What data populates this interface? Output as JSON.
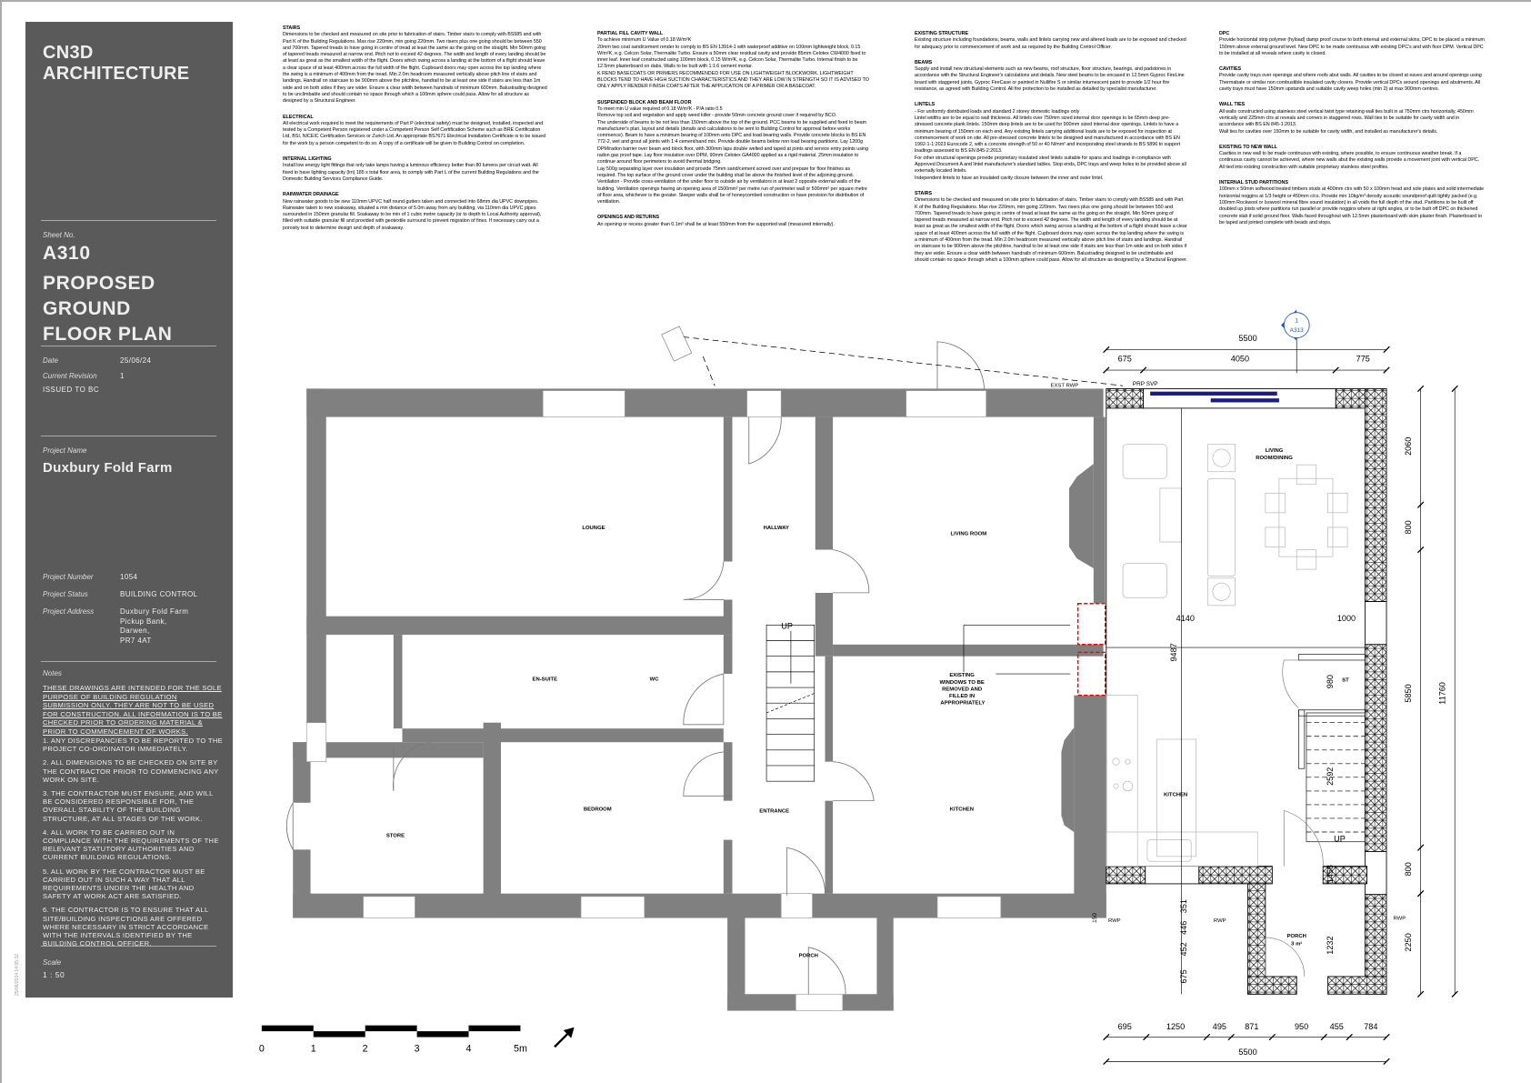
{
  "title_block": {
    "firm_line1": "CN3D",
    "firm_line2": "ARCHITECTURE",
    "sheet_no_label": "Sheet No.",
    "sheet_no": "A310",
    "sheet_title_1": "PROPOSED",
    "sheet_title_2": "GROUND",
    "sheet_title_3": "FLOOR PLAN",
    "date_label": "Date",
    "date": "25/06/24",
    "revision_label": "Current Revision",
    "revision": "1",
    "issue_status": "ISSUED TO BC",
    "project_name_label": "Project Name",
    "project_name": "Duxbury Fold Farm",
    "project_number_label": "Project Number",
    "project_number": "1054",
    "project_status_label": "Project Status",
    "project_status": "BUILDING CONTROL",
    "project_address_label": "Project Address",
    "address": [
      "Duxbury Fold Farm",
      "Pickup Bank,",
      "Darwen,",
      "PR7 4AT"
    ],
    "notes_label": "Notes",
    "disclaimer": "THESE DRAWINGS ARE INTENDED FOR THE SOLE PURPOSE OF BUILDING REGULATION SUBMISSION ONLY. THEY ARE NOT TO BE USED FOR CONSTRUCTION. ALL INFORMATION IS TO BE CHECKED PRIOR TO ORDERING MATERIAL & PRIOR TO COMMENCEMENT OF WORKS.",
    "notes": [
      "1. ANY DISCREPANCIES TO BE REPORTED TO THE PROJECT CO-ORDINATOR IMMEDIATELY.",
      "2. ALL DIMENSIONS TO BE CHECKED ON SITE BY THE CONTRACTOR PRIOR TO COMMENCING ANY WORK ON SITE.",
      "3. THE CONTRACTOR MUST ENSURE, AND WILL BE CONSIDERED RESPONSIBLE FOR, THE OVERALL STABILITY OF THE BUILDING STRUCTURE, AT ALL STAGES OF THE WORK.",
      "4. ALL WORK TO BE CARRIED OUT IN COMPLIANCE WITH THE REQUIREMENTS OF THE RELEVANT STATUTORY AUTHORITIES AND CURRENT BUILDING REGULATIONS.",
      "5. ALL WORK BY THE CONTRACTOR MUST BE CARRIED OUT IN SUCH A WAY THAT ALL REQUIREMENTS UNDER THE HEALTH AND SAFETY AT WORK ACT ARE SATISFIED.",
      "6. THE CONTRACTOR IS TO ENSURE THAT ALL SITE/BUILDING INSPECTIONS ARE OFFERED WHERE NECESSARY IN STRICT ACCORDANCE WITH THE INTERVALS IDENTIFIED BY THE BUILDING CONTROL OFFICER."
    ],
    "scale_label": "Scale",
    "scale": "1 : 50",
    "print_stamp": "25/06/2024 14:05:32"
  },
  "spec_columns": [
    [
      {
        "heading": "STAIRS",
        "body": "Dimensions to be checked and measured on site prior to fabrication of stairs. Timber stairs to comply with BS585 and with Part K of the Building Regulations. Max rise 220mm, min going 220mm. Two risers plus one going should be between 550 and 700mm. Tapered treads to have going in centre of tread at least the same as the going on the straight. Min 50mm going of tapered treads measured at narrow end. Pitch not to exceed 42 degrees. The width and length of every landing should be at least as great as the smallest width of the flight. Doors which swing across a landing at the bottom of a flight should leave a clear space of at least 400mm across the full width of the flight. Cupboard doors may open across the top landing where the swing is a minimum of 400mm from the tread. Min 2.0m headroom measured vertically above pitch line of stairs and landings. Handrail on staircase to be 900mm above the pitchline, handrail to be at least one side if stairs are less than 1m wide and on both sides if they are wider. Ensure a clear width between handrails of minimum 600mm. Balustrading designed to be unclimbable and should contain no space through which a 100mm sphere could pass. Allow for all structure as designed by a Structural Engineer."
      },
      {
        "heading": "ELECTRICAL",
        "body": "All electrical work required to meet the requirements of Part P (electrical safety) must be designed, installed, inspected and tested by a Competent Person registered under a Competent Person Self Certification Scheme such as BRE Certification Ltd, BSI, NICEIC Certification Services or Zurich Ltd. An appropriate BS7671 Electrical Installation Certificate is to be issued for the work by a person competent to do so. A copy of a certificate will be given to Building Control on completion."
      },
      {
        "heading": "INTERNAL LIGHTING",
        "body": "Install low energy light fittings that only take lamps having a luminous efficiency better than 80 lumens per circuit watt. All fixed to have lighting capacity (lm) 185 x total floor area, to comply with Part L of the current Building Regulations and the Domestic Building Services Compliance Guide."
      },
      {
        "heading": "RAINWATER DRAINAGE",
        "body": "New rainwater goods to be new 110mm UPVC half round gutters taken and connected into 68mm dia UPVC downpipes. Rainwater taken to new soakaway, situated a min distance of 5.0m away from any building, via 110mm dia UPVC pipes surrounded in 150mm granular fill. Soakaway to be min of 1 cubic metre capacity (or to depth to Local Authority approval), filled with suitable granular fill and provided with geotextile surround to prevent migration of fines. If necessary carry out a porosity test to determine design and depth of soakaway."
      }
    ],
    [
      {
        "heading": "PARTIAL FILL CAVITY WALL",
        "body": "To achieve minimum U Value of 0.18 W/m²K\n20mm two coat sand/cement render to comply to BS EN 13914-1 with waterproof additive on 100mm lightweight block, 0.15 W/m²K, e.g. Celcon Solar, Thermalite Turbo. Ensure a 50mm clear residual cavity and provide 85mm Celotex CW4000 fixed to inner leaf. Inner leaf constructed using 100mm block, 0.15 W/m²K, e.g. Celcon Solar, Thermalite Turbo. Internal finish to be 12.5mm plasterboard on dabs. Walls to be built with 1:1:6 cement mortar.\nK REND BASECOATS OR PRIMERS RECOMMENDED FOR USE ON LIGHTWEIGHT BLOCKWORK. LIGHTWEIGHT BLOCKS TEND TO HAVE HIGH SUCTION CHARACTERISTICS AND THEY ARE LOW IN STRENGTH SO IT IS ADVISED TO ONLY APPLY RENDER FINISH COATS AFTER THE APPLICATION OF A PRIMER OR A BASECOAT."
      },
      {
        "heading": "SUSPENDED BLOCK AND BEAM FLOOR",
        "body": "To meet min U value required of 0.18 W/m²K - P/A ratio 0.5\nRemove top soil and vegetation and apply weed killer - provide 50mm concrete ground cover if required by BCO.\nThe underside of beams to be not less than 150mm above the top of the ground. PCC beams to be supplied and fixed to beam manufacturer's plan, layout and details (details and calculations to be sent to Building Control for approval before works commence). Beam to have a minimum bearing of 100mm onto DPC and load bearing walls. Provide concrete blocks to BS EN 772-2, wet and grout all joints with 1:4 cement/sand mix. Provide double beams below non load bearing partitions. Lay 1200g DPM/radon barrier over beam and block floor, with 300mm laps double welted and taped at joints and service entry points using radon gas proof tape. Lay floor insulation over DPM, 90mm Celotex GA4000 applied as a rigid material. 25mm insulation to continue around floor perimeters to avoid thermal bridging.\nLay 500g separating layer over insulation and provide 75mm sand/cement screed over and prepare for floor finishes as required. The top surface of the ground cover under the building shall be above the finished level of the adjoining ground.\nVentilation - Provide cross-ventilation of the under floor to outside air by ventilators in at least 2 opposite external walls of the building. Ventilation openings having an opening area of 1500mm² per metre run of perimeter wall or 500mm² per square metre of floor area, whichever is the greater. Sleeper walls shall be of honeycombed construction or have provision for distribution of ventilation."
      },
      {
        "heading": "OPENINGS AND RETURNS",
        "body": "An opening or recess greater than 0.1m² shall be at least 550mm from the supported wall (measured internally)."
      }
    ],
    [
      {
        "heading": "EXISTING STRUCTURE",
        "body": "Existing structure including foundations, beams, walls and lintels carrying new and altered loads are to be exposed and checked for adequacy prior to commencement of work and as required by the Building Control Officer."
      },
      {
        "heading": "BEAMS",
        "body": "Supply and install new structural elements such as new beams, roof structure, floor structure, bearings, and padstones in accordance with the Structural Engineer's calculations and details. New steel beams to be encased in 12.5mm Gyproc FireLine board with staggered joints, Gyproc FireCase or painted in Nullifire S or similar intumescent paint to provide 1/2 hour fire resistance, as agreed with Building Control. All fire protection to be installed as detailed by specialist manufacturer."
      },
      {
        "heading": "LINTELS",
        "body": "- For uniformly distributed loads and standard 2 storey domestic loadings only\nLintel widths are to be equal to wall thickness. All lintels over 750mm sized internal door openings to be 65mm deep pre-stressed concrete plank lintels. 150mm deep lintels are to be used for 900mm sized internal door openings. Lintels to have a minimum bearing of 150mm on each end. Any existing lintels carrying additional loads are to be exposed for inspection at commencement of work on site. All pre-stressed concrete lintels to be designed and manufactured in accordance with BS EN 1992-1-1:2023 Eurocode 2, with a concrete strength of 50 or 40 N/mm² and incorporating steel strands to BS 5896 to support loadings assessed to BS EN 845-2:2013.\nFor other structural openings provide proprietary insulated steel lintels suitable for spans and loadings in compliance with Approved Document A and lintel manufacturer's standard tables. Stop ends, DPC trays and weep holes to be provided above all externally located lintels.\nIndependent lintels to have an insulated cavity closure between the inner and outer lintel."
      },
      {
        "heading": "STAIRS",
        "body": "Dimensions to be checked and measured on site prior to fabrication of stairs. Timber stairs to comply with BS585 and with Part K of the Building Regulations. Max rise 220mm, min going 220mm. Two risers plus one going should be between 550 and 700mm. Tapered treads to have going in centre of tread at least the same as the going on the straight. Min 50mm going of tapered treads measured at narrow end. Pitch not to exceed 42 degrees. The width and length of every landing should be at least as great as the smallest width of the flight. Doors which swing across a landing at the bottom of a flight should leave a clear space of at least 400mm across the full width of the flight. Cupboard doors may open across the top landing where the swing is a minimum of 400mm from the tread. Min 2.0m headroom measured vertically above pitch line of stairs and landings. Handrail on staircase to be 900mm above the pitchline, handrail to be at least one side if stairs are less than 1m wide and on both sides if they are wider. Ensure a clear width between handrails of minimum 600mm. Balustrading designed to be unclimbable and should contain no space through which a 100mm sphere could pass. Allow for all structure as designed by a Structural Engineer."
      }
    ],
    [
      {
        "heading": "DPC",
        "body": "Provide horizontal strip polymer (hyload) damp proof course to both internal and external skins, DPC to be placed a minimum 150mm above external ground level. New DPC to be made continuous with existing DPC's and with floor DPM. Vertical DPC to be installed at all reveals where cavity is closed."
      },
      {
        "heading": "CAVITIES",
        "body": "Provide cavity trays over openings and where roofs abut walls. All cavities to be closed at eaves and around openings using Thermabate or similar non combustible insulated cavity closers. Provide vertical DPCs around openings and abutments. All cavity trays must have 150mm upstands and suitable cavity weep holes (min 2) at max 900mm centres."
      },
      {
        "heading": "WALL TIES",
        "body": "All walls constructed using stainless steel vertical twist type retaining wall ties built in at 750mm ctrs horizontally, 450mm vertically and 225mm ctrs at reveals and corners in staggered rows. Wall ties to be suitable for cavity width and in accordance with BS EN 845-1:2013.\nWall ties for cavities over 150mm to be suitable for cavity width, and installed as manufacturer's details."
      },
      {
        "heading": "EXISTING TO NEW WALL",
        "body": "Cavities in new wall to be made continuous with existing, where possible, to ensure continuous weather break. If a continuous cavity cannot be achieved, where new walls abut the existing walls provide a movement joint with vertical DPC. All tied into existing construction with suitable proprietary stainless steel profiles."
      },
      {
        "heading": "INTERNAL STUD PARTITIONS",
        "body": "100mm x 50mm softwood treated timbers studs at 400mm ctrs with 50 x 100mm head and sole plates and solid intermediate horizontal noggins at 1/3 height or 450mm c/cs. Provide min 10kg/m³ density acoustic soundproof quilt tightly packed (e.g. 100mm Rockwool or Isowool mineral fibre sound insulation) in all voids the full depth of the stud. Partitions to be built off doubled up joists where partitions run parallel or provide noggins where at right angles, or to be built off DPC on thickened concrete slab if solid ground floor. Walls faced throughout with 12.5mm plasterboard with skim plaster finish. Plasterboard to be taped and jointed complete with beads and stops."
      }
    ]
  ],
  "plan": {
    "rooms": {
      "lounge": "LOUNGE",
      "hallway": "HALLWAY",
      "living_room": "LIVING ROOM",
      "ensuite": "EN-SUITE",
      "wc": "WC",
      "bedroom": "BEDROOM",
      "entrance": "ENTRANCE",
      "kitchen_existing": "KITCHEN",
      "store": "STORE",
      "porch_existing": "PORCH",
      "living_dining_1": "LIVING",
      "living_dining_2": "ROOM/DINING",
      "store_cupboard": "ST",
      "kitchen_new": "KITCHEN",
      "porch_new": "PORCH",
      "porch_area": "3 m²"
    },
    "annotations": {
      "existing_windows": [
        "EXISTING",
        "WINDOWS TO BE",
        "REMOVED AND",
        "FILLED IN",
        "APPROPRIATELY"
      ],
      "up": "UP",
      "prp_svp": "PRP SVP",
      "exst_rwp": "EXST RWP",
      "rwp": "RWP",
      "section_number": "1",
      "section_sheet": "A313"
    },
    "dimensions": {
      "top_overall": "5500",
      "top_parts": [
        "675",
        "4050",
        "775"
      ],
      "right_parts": [
        "2060",
        "800",
        "5850",
        "800",
        "2250"
      ],
      "right_overall": "11760",
      "bottom_parts": [
        "695",
        "1250",
        "495",
        "871",
        "950",
        "455",
        "784"
      ],
      "bottom_overall": "5500",
      "interior_h": [
        "4140",
        "1000"
      ],
      "interior_v": [
        "9487",
        "980",
        "2592",
        "1458",
        "1232",
        "351",
        "446",
        "452",
        "675",
        "150"
      ]
    },
    "scale_bar": [
      "0",
      "1",
      "2",
      "3",
      "4",
      "5m"
    ],
    "colors": {
      "existing_wall": "#808080",
      "removed": "#ff0000",
      "glazing": "#1a1a8c",
      "section_marker": "#1f4fd6"
    }
  }
}
